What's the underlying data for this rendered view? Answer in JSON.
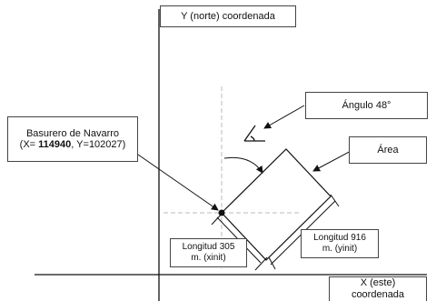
{
  "labels": {
    "y_axis": "Y (norte) coordenada",
    "x_axis_line1": "X (este)",
    "x_axis_line2": "coordenada",
    "angle": "Ángulo 48°",
    "area": "Área",
    "origin_name": "Basurero de Navarro",
    "origin_x_prefix": "(X= ",
    "origin_x_value": "114940",
    "origin_y_prefix": ", Y=",
    "origin_y_value": "102027",
    "origin_suffix": ")",
    "length_x_line1": "Longitud 305",
    "length_x_line2": "m. (xinit)",
    "length_y_line1": "Longitud 916",
    "length_y_line2": "m. (yinit)"
  },
  "colors": {
    "axis": "#111111",
    "guide_dash": "#bbbbbb",
    "box_border": "#444444"
  }
}
